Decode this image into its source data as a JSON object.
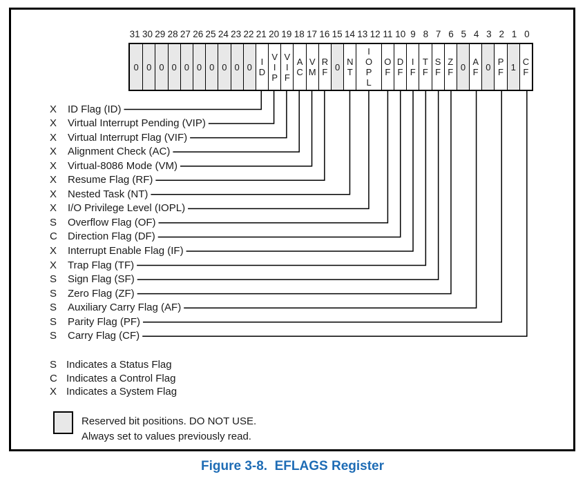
{
  "figure": {
    "caption": "Figure 3-8.  EFLAGS Register",
    "caption_color": "#1e6cb5"
  },
  "register": {
    "shade_color": "#e8e8e8",
    "bit_numbers": [
      "31",
      "30",
      "29",
      "28",
      "27",
      "26",
      "25",
      "24",
      "23",
      "22",
      "21",
      "20",
      "19",
      "18",
      "17",
      "16",
      "15",
      "14",
      "13",
      "12",
      "11",
      "10",
      "9",
      "8",
      "7",
      "6",
      "5",
      "4",
      "3",
      "2",
      "1",
      "0"
    ],
    "cells": [
      {
        "label": "0",
        "span": 1,
        "shaded": true,
        "stacked": false
      },
      {
        "label": "0",
        "span": 1,
        "shaded": true,
        "stacked": false
      },
      {
        "label": "0",
        "span": 1,
        "shaded": true,
        "stacked": false
      },
      {
        "label": "0",
        "span": 1,
        "shaded": true,
        "stacked": false
      },
      {
        "label": "0",
        "span": 1,
        "shaded": true,
        "stacked": false
      },
      {
        "label": "0",
        "span": 1,
        "shaded": true,
        "stacked": false
      },
      {
        "label": "0",
        "span": 1,
        "shaded": true,
        "stacked": false
      },
      {
        "label": "0",
        "span": 1,
        "shaded": true,
        "stacked": false
      },
      {
        "label": "0",
        "span": 1,
        "shaded": true,
        "stacked": false
      },
      {
        "label": "0",
        "span": 1,
        "shaded": true,
        "stacked": false
      },
      {
        "label": "ID",
        "span": 1,
        "shaded": false,
        "stacked": true
      },
      {
        "label": "VIP",
        "span": 1,
        "shaded": false,
        "stacked": true
      },
      {
        "label": "VIF",
        "span": 1,
        "shaded": false,
        "stacked": true
      },
      {
        "label": "AC",
        "span": 1,
        "shaded": false,
        "stacked": true
      },
      {
        "label": "VM",
        "span": 1,
        "shaded": false,
        "stacked": true
      },
      {
        "label": "RF",
        "span": 1,
        "shaded": false,
        "stacked": true
      },
      {
        "label": "0",
        "span": 1,
        "shaded": true,
        "stacked": false
      },
      {
        "label": "NT",
        "span": 1,
        "shaded": false,
        "stacked": true
      },
      {
        "label": "IOPL",
        "span": 2,
        "shaded": false,
        "stacked": true
      },
      {
        "label": "OF",
        "span": 1,
        "shaded": false,
        "stacked": true
      },
      {
        "label": "DF",
        "span": 1,
        "shaded": false,
        "stacked": true
      },
      {
        "label": "IF",
        "span": 1,
        "shaded": false,
        "stacked": true
      },
      {
        "label": "TF",
        "span": 1,
        "shaded": false,
        "stacked": true
      },
      {
        "label": "SF",
        "span": 1,
        "shaded": false,
        "stacked": true
      },
      {
        "label": "ZF",
        "span": 1,
        "shaded": false,
        "stacked": true
      },
      {
        "label": "0",
        "span": 1,
        "shaded": true,
        "stacked": false
      },
      {
        "label": "AF",
        "span": 1,
        "shaded": false,
        "stacked": true
      },
      {
        "label": "0",
        "span": 1,
        "shaded": true,
        "stacked": false
      },
      {
        "label": "PF",
        "span": 1,
        "shaded": false,
        "stacked": true
      },
      {
        "label": "1",
        "span": 1,
        "shaded": true,
        "stacked": false
      },
      {
        "label": "CF",
        "span": 1,
        "shaded": false,
        "stacked": true
      }
    ]
  },
  "flags": [
    {
      "type": "X",
      "label": "ID Flag (ID)",
      "bit": 21
    },
    {
      "type": "X",
      "label": "Virtual Interrupt Pending (VIP)",
      "bit": 20
    },
    {
      "type": "X",
      "label": "Virtual Interrupt Flag (VIF)",
      "bit": 19
    },
    {
      "type": "X",
      "label": "Alignment Check (AC)",
      "bit": 18
    },
    {
      "type": "X",
      "label": "Virtual-8086 Mode (VM)",
      "bit": 17
    },
    {
      "type": "X",
      "label": "Resume Flag (RF)",
      "bit": 16
    },
    {
      "type": "X",
      "label": "Nested Task (NT)",
      "bit": 14
    },
    {
      "type": "X",
      "label": "I/O Privilege Level (IOPL)",
      "bit": 12.5
    },
    {
      "type": "S",
      "label": "Overflow Flag (OF)",
      "bit": 11
    },
    {
      "type": "C",
      "label": "Direction Flag (DF)",
      "bit": 10
    },
    {
      "type": "X",
      "label": "Interrupt Enable Flag (IF)",
      "bit": 9
    },
    {
      "type": "X",
      "label": "Trap Flag (TF)",
      "bit": 8
    },
    {
      "type": "S",
      "label": "Sign Flag (SF)",
      "bit": 7
    },
    {
      "type": "S",
      "label": "Zero Flag (ZF)",
      "bit": 6
    },
    {
      "type": "S",
      "label": "Auxiliary Carry Flag (AF)",
      "bit": 4
    },
    {
      "type": "S",
      "label": "Parity Flag (PF)",
      "bit": 2
    },
    {
      "type": "S",
      "label": "Carry Flag (CF)",
      "bit": 0
    }
  ],
  "legend": [
    {
      "type": "S",
      "label": "Indicates a Status Flag"
    },
    {
      "type": "C",
      "label": "Indicates a Control Flag"
    },
    {
      "type": "X",
      "label": "Indicates a System Flag"
    }
  ],
  "reserved_note": {
    "line1": "Reserved bit positions. DO NOT USE.",
    "line2": "Always set to values previously read."
  }
}
